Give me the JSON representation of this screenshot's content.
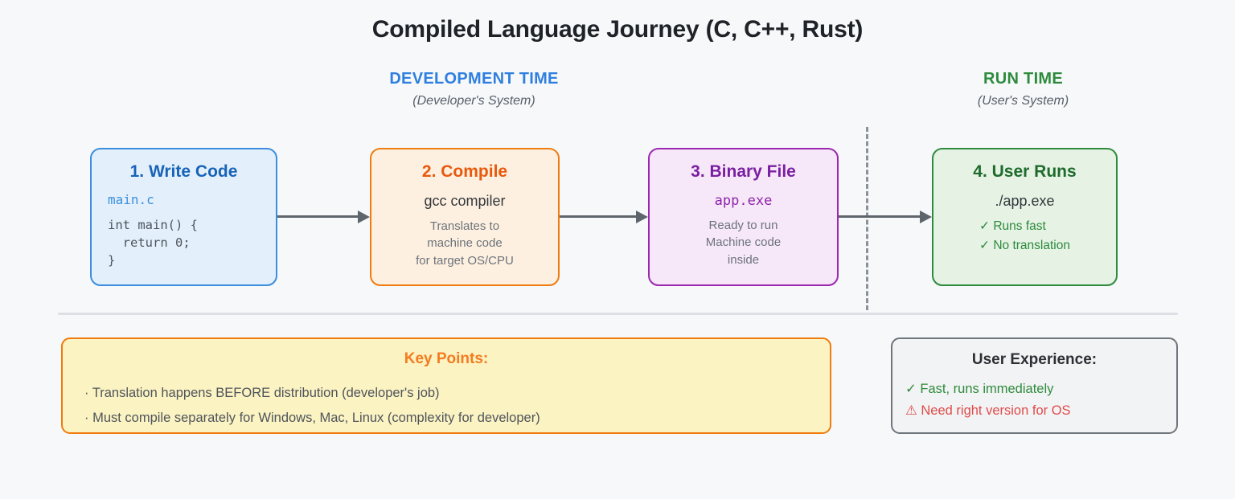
{
  "title": "Compiled Language Journey (C, C++, Rust)",
  "phases": {
    "development": {
      "title": "DEVELOPMENT TIME",
      "subtitle": "(Developer's System)",
      "color": "#2f7fe0"
    },
    "runtime": {
      "title": "RUN TIME",
      "subtitle": "(User's System)",
      "color": "#2e8b3d"
    }
  },
  "steps": [
    {
      "title": "1. Write Code",
      "filename": "main.c",
      "code": "int main() {\n  return 0;\n}",
      "color": "#1763b8",
      "border": "#3b8ede",
      "fill": "#e3f0fb"
    },
    {
      "title": "2. Compile",
      "main": "gcc compiler",
      "sub": [
        "Translates to",
        "machine code",
        "for target OS/CPU"
      ],
      "color": "#e8590c",
      "border": "#f07c10",
      "fill": "#fdf0e0"
    },
    {
      "title": "3. Binary File",
      "main": "app.exe",
      "sub": [
        "Ready to run",
        "Machine code",
        "inside"
      ],
      "color": "#7b1fa2",
      "border": "#9c27b0",
      "fill": "#f6e8f8"
    },
    {
      "title": "4. User Runs",
      "main": "./app.exe",
      "checks": [
        "✓ Runs fast",
        "✓ No translation"
      ],
      "color": "#1f6b2c",
      "border": "#2e8b3d",
      "fill": "#e5f2e4"
    }
  ],
  "key_points": {
    "heading": "Key Points:",
    "items": [
      "· Translation happens BEFORE distribution (developer's job)",
      "· Must compile separately for Windows, Mac, Linux (complexity for developer)"
    ],
    "accent": "#f47b20"
  },
  "user_experience": {
    "heading": "User Experience:",
    "good": "✓ Fast, runs immediately",
    "warn": "⚠ Need right version for OS",
    "good_color": "#2e8b3d",
    "warn_color": "#e04b4b"
  }
}
